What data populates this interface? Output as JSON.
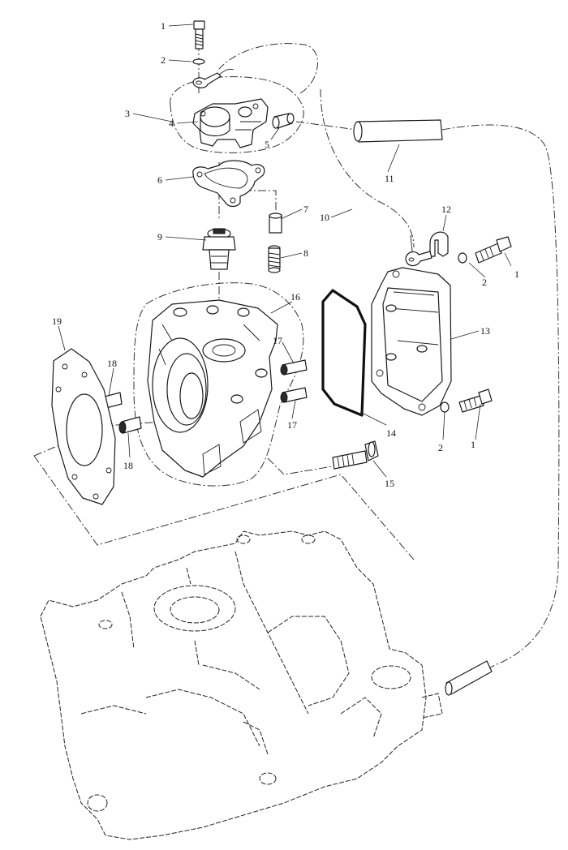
{
  "diagram": {
    "callouts": [
      {
        "id": "c1a",
        "text": "1"
      },
      {
        "id": "c2a",
        "text": "2"
      },
      {
        "id": "c3",
        "text": "3"
      },
      {
        "id": "c4",
        "text": "4"
      },
      {
        "id": "c5",
        "text": "5"
      },
      {
        "id": "c6",
        "text": "6"
      },
      {
        "id": "c7",
        "text": "7"
      },
      {
        "id": "c8",
        "text": "8"
      },
      {
        "id": "c9",
        "text": "9"
      },
      {
        "id": "c10",
        "text": "10"
      },
      {
        "id": "c11",
        "text": "11"
      },
      {
        "id": "c12",
        "text": "12"
      },
      {
        "id": "c1b",
        "text": "1"
      },
      {
        "id": "c2b",
        "text": "2"
      },
      {
        "id": "c13",
        "text": "13"
      },
      {
        "id": "c16",
        "text": "16"
      },
      {
        "id": "c17a",
        "text": "17"
      },
      {
        "id": "c17b",
        "text": "17"
      },
      {
        "id": "c19",
        "text": "19"
      },
      {
        "id": "c18a",
        "text": "18"
      },
      {
        "id": "c18b",
        "text": "18"
      },
      {
        "id": "c14",
        "text": "14"
      },
      {
        "id": "c2c",
        "text": "2"
      },
      {
        "id": "c1c",
        "text": "1"
      },
      {
        "id": "c15",
        "text": "15"
      }
    ]
  }
}
